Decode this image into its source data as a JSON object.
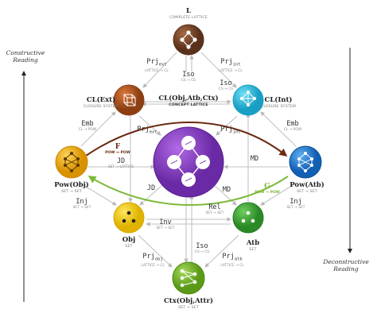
{
  "readings": {
    "left": [
      "Constructive",
      "Reading"
    ],
    "right": [
      "Deconstructive",
      "Reading"
    ]
  },
  "nodes": {
    "L": {
      "title": "L",
      "subtitle": "COMPLETE LATTICE",
      "color": "#7b4a2d"
    },
    "cl_ext": {
      "title": "CL(Ext)",
      "subtitle": "CLOSURE SYSTEM",
      "color": "#b4571f"
    },
    "cl_int": {
      "title": "CL(Int)",
      "subtitle": "CLOSURE SYSTEM",
      "color": "#2cc6e8"
    },
    "concept": {
      "title": "CL(Obj,Atb,Ctx)",
      "subtitle": "CONCEPT LATTICE",
      "color": "#8b3fc9"
    },
    "pow_obj": {
      "title": "Pow(Obj)",
      "subtitle": "SET → SET",
      "color": "#f0b41e"
    },
    "pow_atb": {
      "title": "Pow(Atb)",
      "subtitle": "SET → SET",
      "color": "#1f7fd6"
    },
    "obj": {
      "title": "Obj",
      "subtitle": "SET",
      "color": "#f3cf2a"
    },
    "atb": {
      "title": "Atb",
      "subtitle": "SET",
      "color": "#3fae3c"
    },
    "ctx": {
      "title": "Ctx(Obj,Attr)",
      "subtitle": "SET → SET",
      "color": "#7ab82e"
    }
  },
  "edges": {
    "prj_ext_top": {
      "name": "Prj",
      "sub": "ext",
      "caption": "LATTICE → CL"
    },
    "prj_int_top": {
      "name": "Prj",
      "sub": "int",
      "caption": "LATTICE → CL"
    },
    "iso_top": {
      "name": "Iso",
      "caption": "CS → CS"
    },
    "iso_right": {
      "name": "Iso",
      "caption": "CS → CS"
    },
    "emb_left": {
      "name": "Emb",
      "caption": "CL → POW"
    },
    "emb_right": {
      "name": "Emb",
      "caption": "CL → POW"
    },
    "prj_ext_mid": {
      "name": "Prj",
      "sub": "ext"
    },
    "prj_int_mid": {
      "name": "Prj",
      "sub": "int"
    },
    "jd_upper": {
      "name": "JD",
      "caption": "SET → LATTICE"
    },
    "md_upper": {
      "name": "MD"
    },
    "jd_lower": {
      "name": "JD"
    },
    "md_lower": {
      "name": "MD"
    },
    "inj_left": {
      "name": "Inj",
      "caption": "SET → SET"
    },
    "inj_right": {
      "name": "Inj",
      "caption": "SET → SET"
    },
    "inv": {
      "name": "Inv",
      "caption": "SET → SET"
    },
    "rel": {
      "name": "Rel",
      "caption": "SET → SET"
    },
    "iso_bottom": {
      "name": "Iso",
      "caption": "CS → CS"
    },
    "prj_obj": {
      "name": "Prj",
      "sub": "obj",
      "caption": "LATTICE → CL"
    },
    "prj_atb": {
      "name": "Prj",
      "sub": "atb",
      "caption": "LATTICE → CL"
    }
  },
  "functors": {
    "F": {
      "label": "F",
      "caption": "POW → POW",
      "color": "#6b2a12"
    },
    "G": {
      "label": "G",
      "caption": "POW → POW",
      "color": "#7db93a"
    }
  }
}
